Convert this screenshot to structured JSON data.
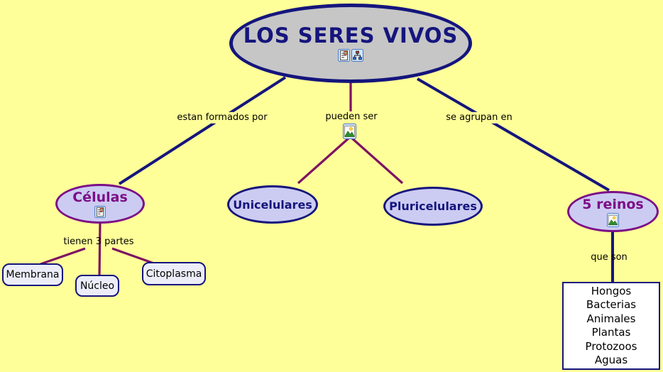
{
  "root": {
    "title": "LOS SERES VIVOS"
  },
  "links": {
    "formados": "estan formados por",
    "pueden": "pueden ser",
    "agrupan": "se agrupan en",
    "partes": "tienen 3 partes",
    "queson": "que son"
  },
  "nodes": {
    "celulas": "Células",
    "unicelulares": "Unicelulares",
    "pluricelulares": "Pluricelulares",
    "reinos": "5 reinos",
    "membrana": "Membrana",
    "nucleo": "Núcleo",
    "citoplasma": "Citoplasma"
  },
  "kingdoms": [
    "Hongos",
    "Bacterias",
    "Animales",
    "Plantas",
    "Protozoos",
    "Aguas"
  ],
  "icons": {
    "root_left": "document-resource-icon",
    "root_right": "orgchart-resource-icon",
    "pueden": "image-resource-icon",
    "celulas": "document-resource-icon",
    "reinos": "image-resource-icon"
  },
  "colors": {
    "bg": "#ffff99",
    "navy": "#15157d",
    "purple": "#7c0e87",
    "maroon": "#7d1263",
    "gray": "#c6c6c6",
    "lavender": "#ccccf2",
    "boxfill": "#ecedf9",
    "white": "#ffffff",
    "ink": "#000000"
  }
}
